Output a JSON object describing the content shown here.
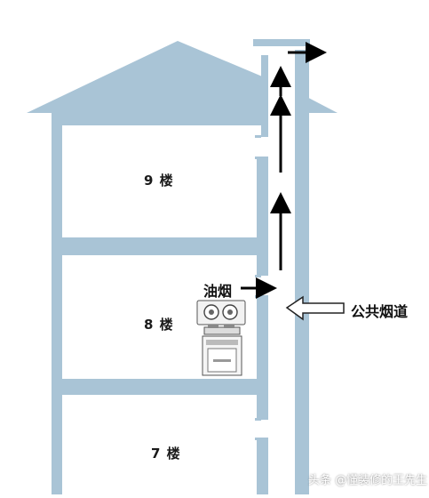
{
  "colors": {
    "wall": "#a9c4d6",
    "arrow": "#000000",
    "background": "#ffffff",
    "hollow_arrow": "#222222"
  },
  "floors": [
    {
      "label": "9 楼"
    },
    {
      "label": "8 楼"
    },
    {
      "label": "7 楼"
    }
  ],
  "callouts": {
    "oil_smoke": "油烟",
    "public_flue": "公共烟道"
  },
  "icons": {
    "range_hood": "range-hood-stove-icon",
    "flow_arrow": "arrow-up-icon"
  },
  "watermark": "头条 @懂装修的王先生"
}
